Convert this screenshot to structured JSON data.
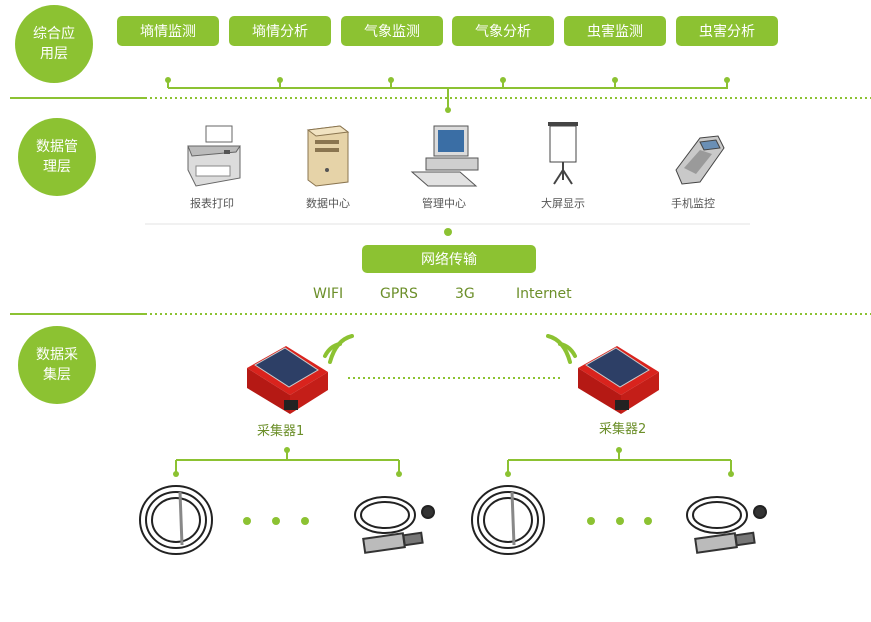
{
  "layers": {
    "application": "综合应用层",
    "management": "数据管理层",
    "acquisition": "数据采集层"
  },
  "applications": [
    "墒情监测",
    "墒情分析",
    "气象监测",
    "气象分析",
    "虫害监测",
    "虫害分析"
  ],
  "devices": [
    "报表打印",
    "数据中心",
    "管理中心",
    "大屏显示",
    "手机监控"
  ],
  "network": {
    "title": "网络传输",
    "protocols": [
      "WIFI",
      "GPRS",
      "3G",
      "Internet"
    ]
  },
  "collectors": [
    "采集器1",
    "采集器2"
  ],
  "colors": {
    "accent": "#8cc232",
    "text_green": "#6c8f2a",
    "collector_red": "#d9231d"
  },
  "icons": [
    "printer-icon",
    "server-icon",
    "desktop-computer-icon",
    "projector-screen-icon",
    "phone-icon",
    "solar-collector-icon",
    "wifi-signal-icon",
    "soil-sensor-icon",
    "pressure-sensor-icon"
  ]
}
